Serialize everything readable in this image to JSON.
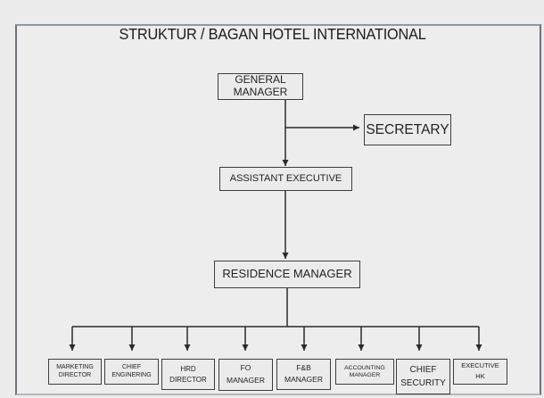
{
  "diagram": {
    "title": "STRUKTUR / BAGAN HOTEL INTERNATIONAL",
    "nodes": {
      "general_manager": "GENERAL MANAGER",
      "secretary": "SECRETARY",
      "assistant_executive": "ASSISTANT EXECUTIVE",
      "residence_manager": "RESIDENCE MANAGER"
    },
    "departments": [
      {
        "line1": "MARKETING",
        "line2": "DIRECTOR"
      },
      {
        "line1": "CHIEF",
        "line2": "ENGINERING"
      },
      {
        "line1": "HRD",
        "line2": "DIRECTOR"
      },
      {
        "line1": "FO",
        "line2": "MANAGER"
      },
      {
        "line1": "F&B",
        "line2": "MANAGER"
      },
      {
        "line1": "ACCOUNTING",
        "line2": "MANAGER"
      },
      {
        "line1": "CHIEF",
        "line2": "SECURITY"
      },
      {
        "line1": "EXECUTIVE",
        "line2": "HK"
      }
    ],
    "edges": [
      [
        "GENERAL MANAGER",
        "SECRETARY"
      ],
      [
        "GENERAL MANAGER",
        "ASSISTANT EXECUTIVE"
      ],
      [
        "ASSISTANT EXECUTIVE",
        "RESIDENCE MANAGER"
      ],
      [
        "RESIDENCE MANAGER",
        "MARKETING DIRECTOR"
      ],
      [
        "RESIDENCE MANAGER",
        "CHIEF ENGINERING"
      ],
      [
        "RESIDENCE MANAGER",
        "HRD DIRECTOR"
      ],
      [
        "RESIDENCE MANAGER",
        "FO MANAGER"
      ],
      [
        "RESIDENCE MANAGER",
        "F&B MANAGER"
      ],
      [
        "RESIDENCE MANAGER",
        "ACCOUNTING MANAGER"
      ],
      [
        "RESIDENCE MANAGER",
        "CHIEF SECURITY"
      ],
      [
        "RESIDENCE MANAGER",
        "EXECUTIVE HK"
      ]
    ],
    "colors": {
      "background": "#ececec",
      "line": "#2a2a2a",
      "box_border": "#3e3e3e",
      "frame_top": "#8e98a6"
    }
  }
}
